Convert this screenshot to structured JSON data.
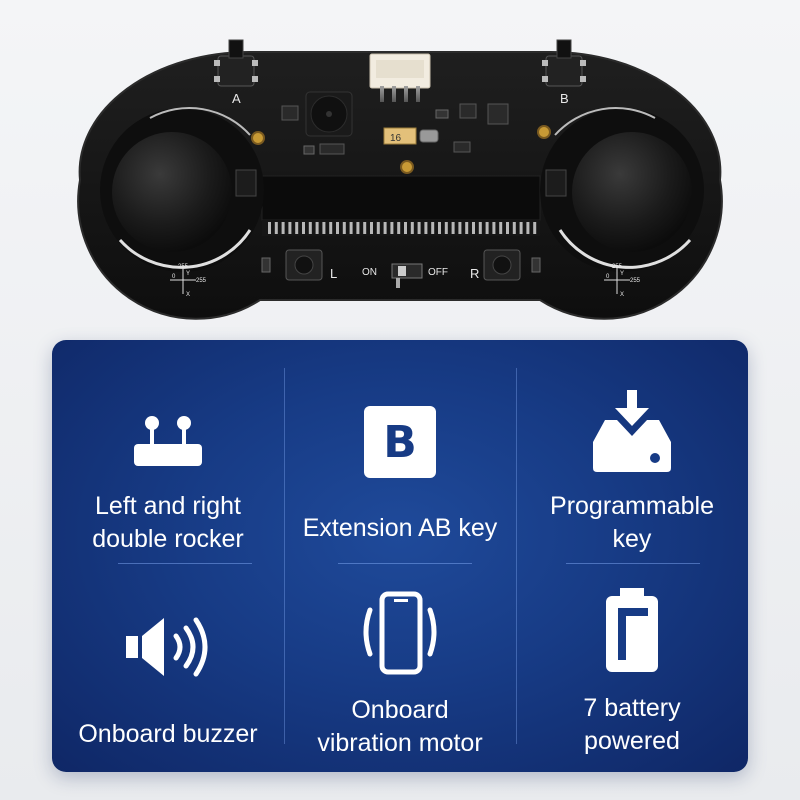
{
  "product": {
    "key_a": "A",
    "key_b": "B",
    "key_l": "L",
    "key_r": "R",
    "switch_on": "ON",
    "switch_off": "OFF",
    "axis_max": "255",
    "axis_zero": "0",
    "axis_x": "X",
    "axis_y": "Y",
    "capacitor_text": "16"
  },
  "features": [
    {
      "label": "Left and right\ndouble rocker",
      "icon": "joystick-icon"
    },
    {
      "label": "Extension AB key",
      "icon": "b-key-icon",
      "glyph": "B"
    },
    {
      "label": "Programmable\nkey",
      "icon": "download-icon"
    },
    {
      "label": "Onboard buzzer",
      "icon": "speaker-icon"
    },
    {
      "label": "Onboard\nvibration motor",
      "icon": "vibration-icon"
    },
    {
      "label": "7 battery\npowered",
      "icon": "battery-icon"
    }
  ],
  "colors": {
    "panel": "#173b85",
    "pcb": "#151515",
    "text": "#ffffff"
  }
}
